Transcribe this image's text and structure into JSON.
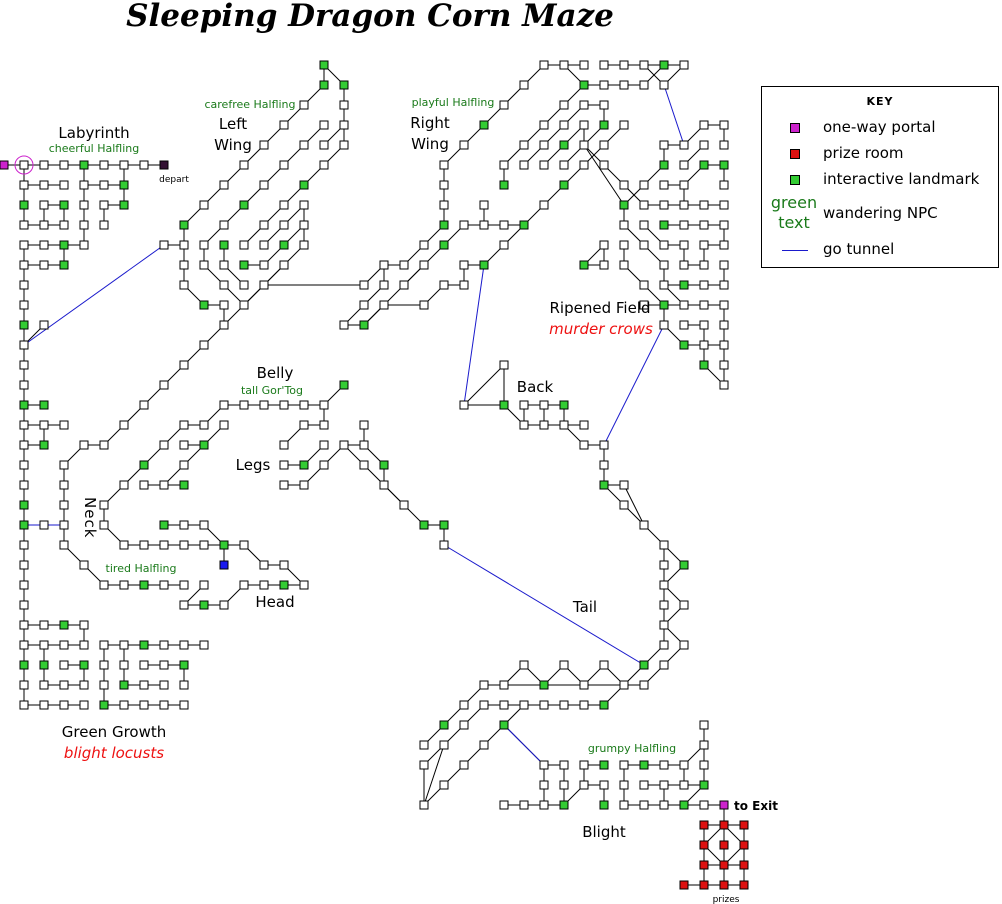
{
  "title": "Sleeping Dragon Corn Maze",
  "colors": {
    "room": "#ffffff",
    "landmark": "#33cc33",
    "prize": "#dd1111",
    "portal": "#cc22cc",
    "npc_text": "#1a7a1a",
    "hazard_text": "#ee1111",
    "tunnel": "#1a1acc",
    "blue_room": "#1a1aee",
    "depart_room": "#331133"
  },
  "key": {
    "title": "KEY",
    "items": [
      {
        "symbol": "portal",
        "label": "one-way portal"
      },
      {
        "symbol": "prize",
        "label": "prize room"
      },
      {
        "symbol": "landmark",
        "label": "interactive landmark"
      },
      {
        "symbol": "green-text",
        "symbol_line1": "green",
        "symbol_line2": "text",
        "label": "wandering NPC"
      },
      {
        "symbol": "tunnel-line",
        "label": "go tunnel"
      }
    ]
  },
  "regions": {
    "labyrinth": "Labyrinth",
    "left_wing": "Left\nWing",
    "right_wing": "Right\nWing",
    "ripened_field": "Ripened Field",
    "belly": "Belly",
    "back": "Back",
    "legs": "Legs",
    "neck": "Neck",
    "head": "Head",
    "tail": "Tail",
    "green_growth": "Green Growth",
    "blight": "Blight"
  },
  "npcs": {
    "cheerful": "cheerful Halfling",
    "carefree": "carefree Halfling",
    "playful": "playful Halfling",
    "tall": "tall Gor'Tog",
    "tired": "tired Halfling",
    "grumpy": "grumpy Halfling"
  },
  "hazards": {
    "ripened_field": "murder crows",
    "green_growth": "blight locusts"
  },
  "markers": {
    "depart": "depart",
    "to_exit": "to Exit",
    "prizes": "prizes"
  }
}
